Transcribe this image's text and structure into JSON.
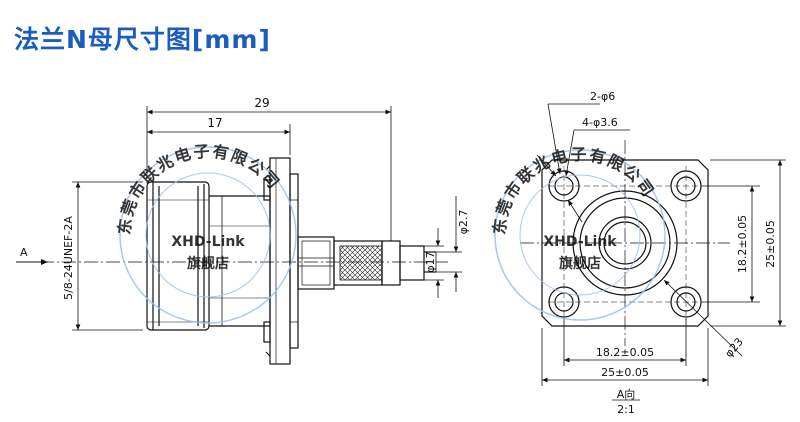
{
  "title": "法兰N母尺寸图[mm]",
  "side_view": {
    "dim_total": "29",
    "dim_body": "17",
    "dim_pin": "φ2.7",
    "dim_cable": "φ17",
    "thread": "5/8-24UNEF-2A",
    "view_arrow": "A"
  },
  "front_view": {
    "dim_hole_6": "2-φ6",
    "dim_hole_36": "4-φ3.6",
    "dim_spacing_v": "18.2±0.05",
    "dim_size_v": "25±0.05",
    "dim_spacing_h": "18.2±0.05",
    "dim_size_h": "25±0.05",
    "dim_diameter": "φ23",
    "view_label": "A向",
    "scale": "2:1"
  },
  "watermark": {
    "ring_text": "东莞市联兆电子有限公司",
    "brand": "XHD-Link",
    "store": "旗舰店"
  },
  "colors": {
    "title": "#1a5cc0",
    "line": "#111111",
    "watermark": "#9cc0e6"
  }
}
